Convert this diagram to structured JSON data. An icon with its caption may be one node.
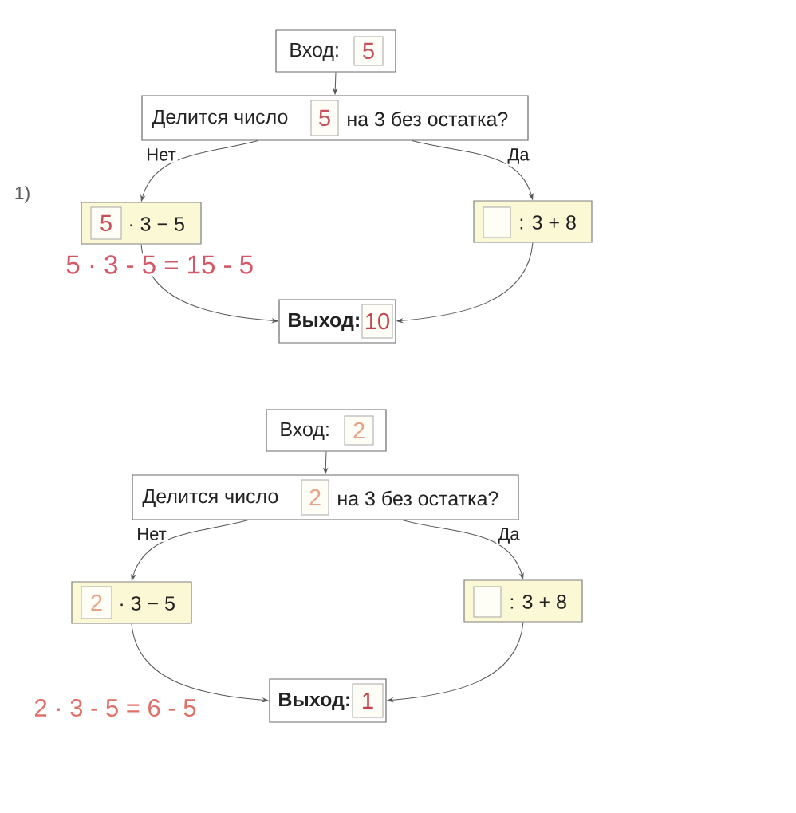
{
  "diagram": {
    "nodes": [
      {
        "text": [
          "Вход:"
        ]
      },
      {
        "text": [
          "5"
        ],
        "in": 0
      },
      {
        "text": [
          "Делится число",
          "на 3 без остатка?"
        ]
      },
      {
        "text": [
          "5"
        ],
        "in": 2
      },
      {
        "text": [
          "· 3 − 5"
        ]
      },
      {
        "text": [
          "5"
        ],
        "in": 4
      },
      {
        "text": [
          ": 3 + 8"
        ]
      },
      {
        "text": [],
        "shape": "box",
        "in": 6
      },
      {
        "text": [
          "Выход:"
        ]
      },
      {
        "text": [
          "10"
        ],
        "in": 8
      },
      {
        "text": [
          "Вход:"
        ]
      },
      {
        "text": [
          "2"
        ],
        "in": 10
      },
      {
        "text": [
          "Делится число",
          "на 3 без остатка?"
        ]
      },
      {
        "text": [
          "2"
        ],
        "in": 12
      },
      {
        "text": [
          "· 3 − 5"
        ]
      },
      {
        "text": [
          "2"
        ],
        "in": 14
      },
      {
        "text": [
          ": 3 + 8"
        ]
      },
      {
        "text": [],
        "shape": "box",
        "in": 16
      },
      {
        "text": [
          "Выход:"
        ]
      },
      {
        "text": [
          "1"
        ],
        "in": 18
      }
    ],
    "edges": [
      {
        "from": 0,
        "to": 2,
        "arrow": "to"
      },
      {
        "from": 2,
        "to": 4,
        "arrow": "to",
        "label": "Нет"
      },
      {
        "from": 2,
        "to": 6,
        "arrow": "to",
        "label": "Да"
      },
      {
        "from": 4,
        "to": 8,
        "arrow": "to"
      },
      {
        "from": 6,
        "to": 8,
        "arrow": "to"
      },
      {
        "from": 10,
        "to": 12,
        "arrow": "to"
      },
      {
        "from": 12,
        "to": 14,
        "arrow": "to",
        "label": "Нет"
      },
      {
        "from": 12,
        "to": 16,
        "arrow": "to",
        "label": "Да"
      },
      {
        "from": 14,
        "to": 18,
        "arrow": "to"
      },
      {
        "from": 16,
        "to": 18,
        "arrow": "to"
      }
    ],
    "labels": [
      "1)",
      "5 · 3 - 5 = 15 - 5",
      "2 · 3 - 5 = 6 - 5"
    ]
  }
}
